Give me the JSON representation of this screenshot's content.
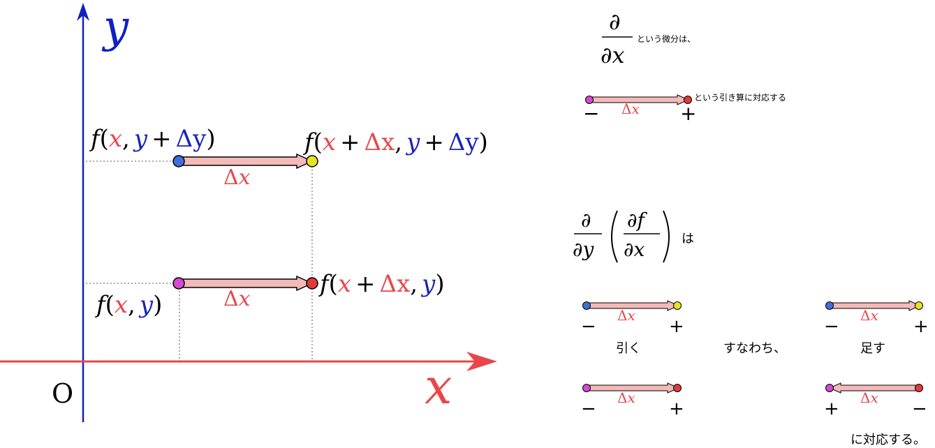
{
  "colors": {
    "x_var": "#e8464b",
    "y_var": "#1a22b8",
    "axis_y": "#1020c0",
    "axis_x": "#e8464b",
    "arrow_fill": "#f4b9b9",
    "pt_blue": "#3f6fd8",
    "pt_yellow": "#e6e22a",
    "pt_magenta": "#d14ad1",
    "pt_red": "#e03a3a"
  },
  "axes": {
    "x_name": "x",
    "y_name": "y",
    "origin": "O"
  },
  "points": {
    "top_left": {
      "f": "f",
      "x": "x",
      "sep": ",",
      "y": "y",
      "plus": "+",
      "dy": "Δy"
    },
    "top_right": {
      "f": "f",
      "x": "x",
      "plus1": "+",
      "dx": "Δx",
      "sep": ",",
      "y": "y",
      "plus2": "+",
      "dy": "Δy"
    },
    "bottom_left": {
      "f": "f",
      "x": "x",
      "sep": ",",
      "y": "y"
    },
    "bottom_right": {
      "f": "f",
      "x": "x",
      "plus": "+",
      "dx": "Δx",
      "sep": ",",
      "y": "y"
    }
  },
  "delta_label": "Δx",
  "right_panel": {
    "partial_x": {
      "num": "∂",
      "den": "∂x",
      "text": "という微分は、"
    },
    "subtract_text": "という引き算に対応する",
    "minus": "−",
    "plus": "+",
    "mixed": {
      "num": "∂",
      "den": "∂y",
      "inner_num": "∂f",
      "inner_den": "∂x",
      "text": "は"
    },
    "hiku": "引く",
    "sunawachi": "すなわち、",
    "tasu": "足す",
    "taiou": "に対応する。"
  }
}
